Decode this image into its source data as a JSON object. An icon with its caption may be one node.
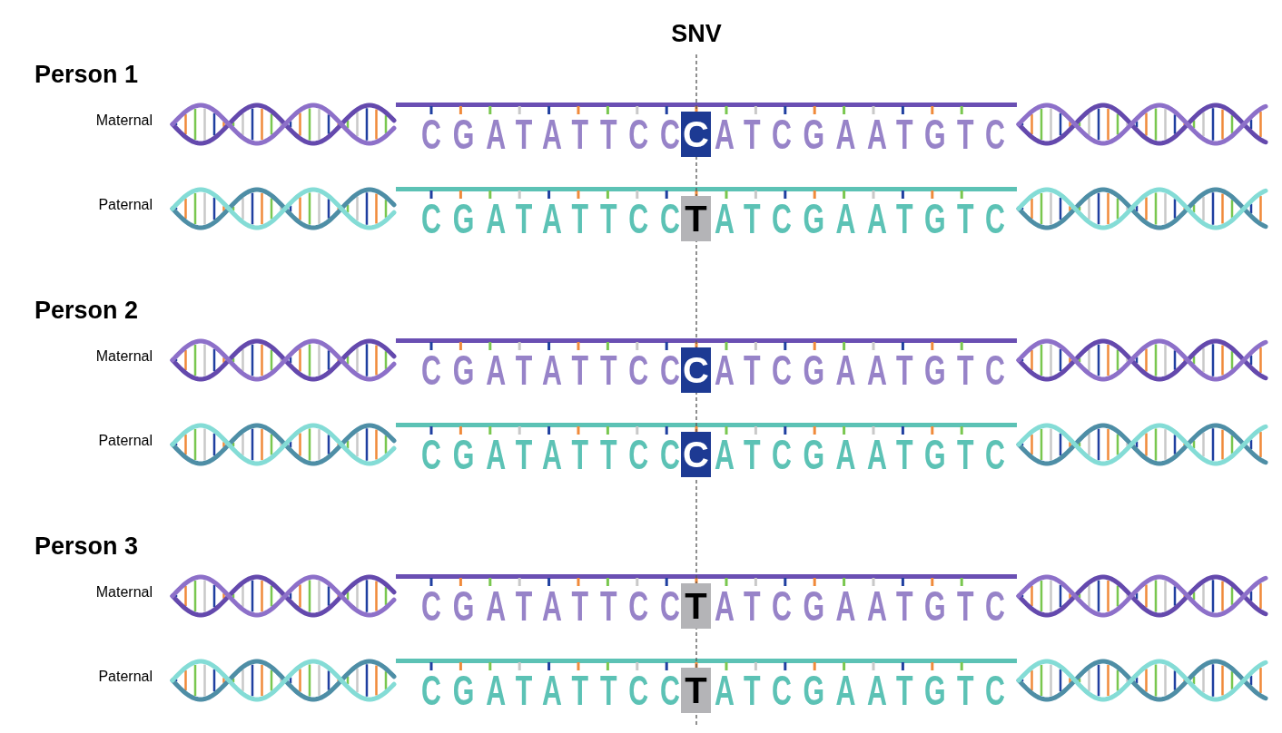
{
  "diagram": {
    "labels": [
      "SNV",
      "Person 1",
      "Maternal",
      "CGATATTCC",
      "C",
      "ATCGAATGTC",
      "Paternal",
      "CGATATTCC",
      "T",
      "ATCGAATGTC",
      "Person 2",
      "Maternal",
      "CGATATTCC",
      "C",
      "ATCGAATGTC",
      "Paternal",
      "CGATATTCC",
      "C",
      "ATCGAATGTC",
      "Person 3",
      "Maternal",
      "CGATATTCC",
      "T",
      "ATCGAATGTC",
      "Paternal",
      "CGATATTCC",
      "T",
      "ATCGAATGTC"
    ]
  }
}
